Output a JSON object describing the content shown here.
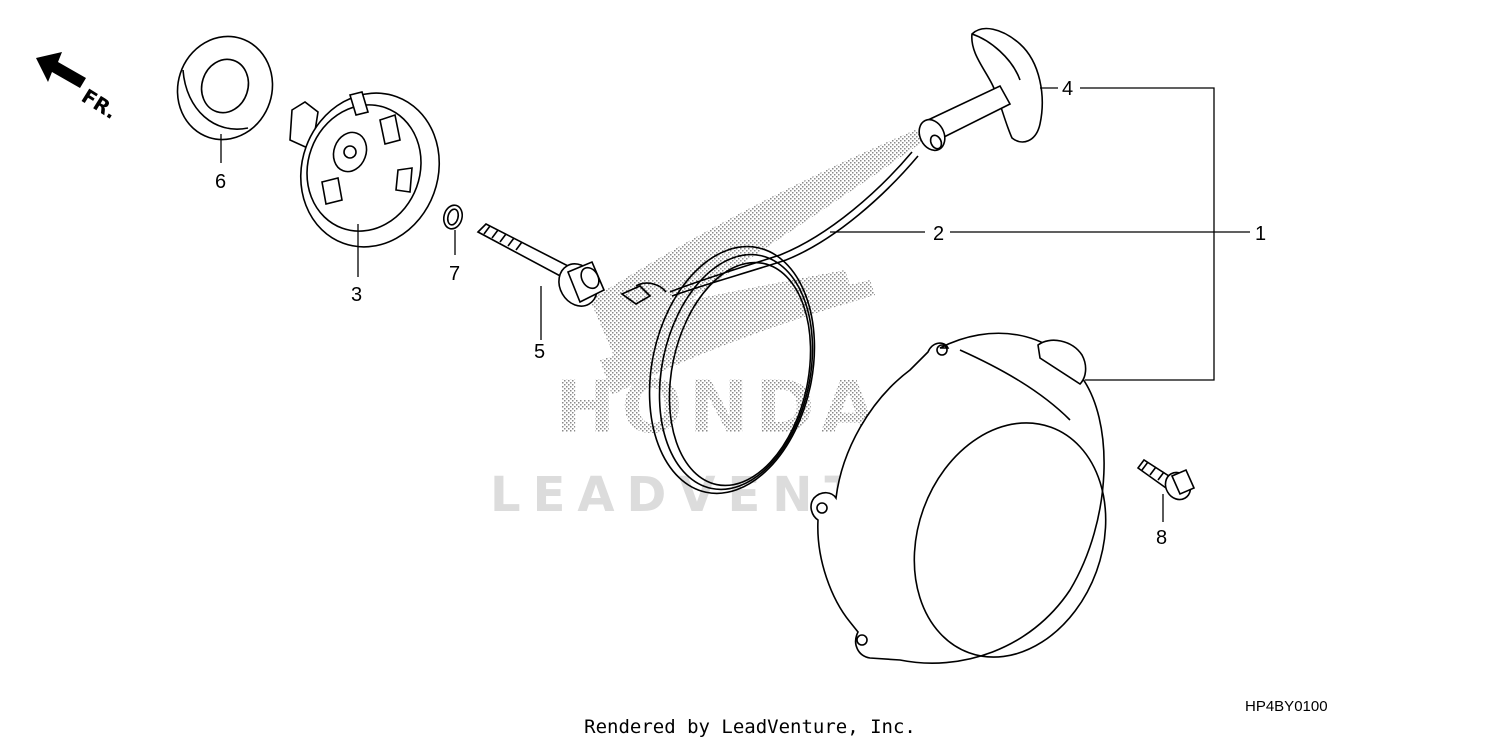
{
  "orientation": {
    "label": "FR.",
    "icon": "front-direction-arrow-icon"
  },
  "watermarks": {
    "logo_text": "HONDA",
    "company_text": "LEADVENTURE"
  },
  "diagram_code": "HP4BY0100",
  "footer_text": "Rendered by LeadVenture, Inc.",
  "callouts": {
    "p1": "1",
    "p2": "2",
    "p3": "3",
    "p4": "4",
    "p5": "5",
    "p6": "6",
    "p7": "7",
    "p8": "8"
  },
  "parts": [
    {
      "ref": "1",
      "icon": "recoil-starter-housing-icon"
    },
    {
      "ref": "2",
      "icon": "starter-rope-icon"
    },
    {
      "ref": "3",
      "icon": "starter-pulley-icon"
    },
    {
      "ref": "4",
      "icon": "starter-grip-icon"
    },
    {
      "ref": "5",
      "icon": "flange-bolt-icon"
    },
    {
      "ref": "6",
      "icon": "oil-seal-icon"
    },
    {
      "ref": "7",
      "icon": "o-ring-icon"
    },
    {
      "ref": "8",
      "icon": "small-flange-bolt-icon"
    }
  ]
}
